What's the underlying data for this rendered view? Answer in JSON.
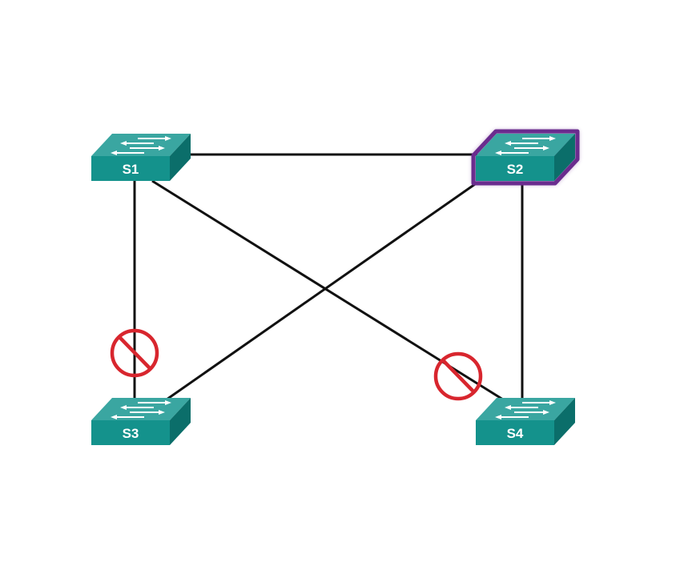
{
  "diagram": {
    "title": "",
    "switches": [
      {
        "id": "S1",
        "label": "S1",
        "root_bridge": false
      },
      {
        "id": "S2",
        "label": "S2",
        "root_bridge": true
      },
      {
        "id": "S3",
        "label": "S3",
        "root_bridge": false
      },
      {
        "id": "S4",
        "label": "S4",
        "root_bridge": false
      }
    ],
    "links": [
      {
        "from": "S1",
        "to": "S2",
        "blocked": false
      },
      {
        "from": "S1",
        "to": "S3",
        "blocked": true,
        "blocked_near": "S3"
      },
      {
        "from": "S2",
        "to": "S4",
        "blocked": false
      },
      {
        "from": "S1",
        "to": "S4",
        "blocked": true,
        "blocked_near": "S4"
      },
      {
        "from": "S2",
        "to": "S3",
        "blocked": false
      }
    ],
    "icons": {
      "switch": "network-switch-icon",
      "blocked": "blocked-port-icon"
    },
    "colors": {
      "switch_top": "#3aa6a1",
      "switch_front": "#14928c",
      "switch_side": "#0b6e6a",
      "switch_arrow": "#ffffff",
      "root_glow": "#6a2c8e",
      "link": "#111111",
      "blocked": "#d8262e",
      "background": "#ffffff"
    }
  }
}
